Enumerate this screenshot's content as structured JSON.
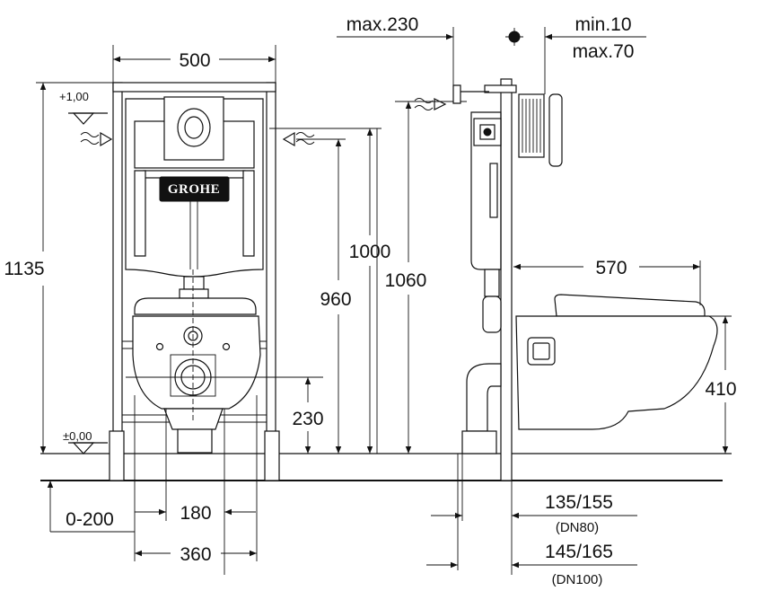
{
  "brand": "GROHE",
  "levels": {
    "top": "+1,00",
    "floor": "±0,00"
  },
  "dimensions": {
    "frame_width": "500",
    "frame_height": "1135",
    "inlet_height": "1000",
    "height_960": "960",
    "height_1060": "1060",
    "outlet_height": "230",
    "floor_range": "0-200",
    "bolt_spacing_180": "180",
    "bolt_spacing_360": "360",
    "wall_max": "max.230",
    "wall_min": "min.10",
    "wall_max70": "max.70",
    "pan_projection": "570",
    "pan_height": "410",
    "dn80_range": "135/155",
    "dn80_label": "(DN80)",
    "dn100_range": "145/165",
    "dn100_label": "(DN100)"
  },
  "colors": {
    "line": "#111111",
    "background": "#ffffff"
  }
}
